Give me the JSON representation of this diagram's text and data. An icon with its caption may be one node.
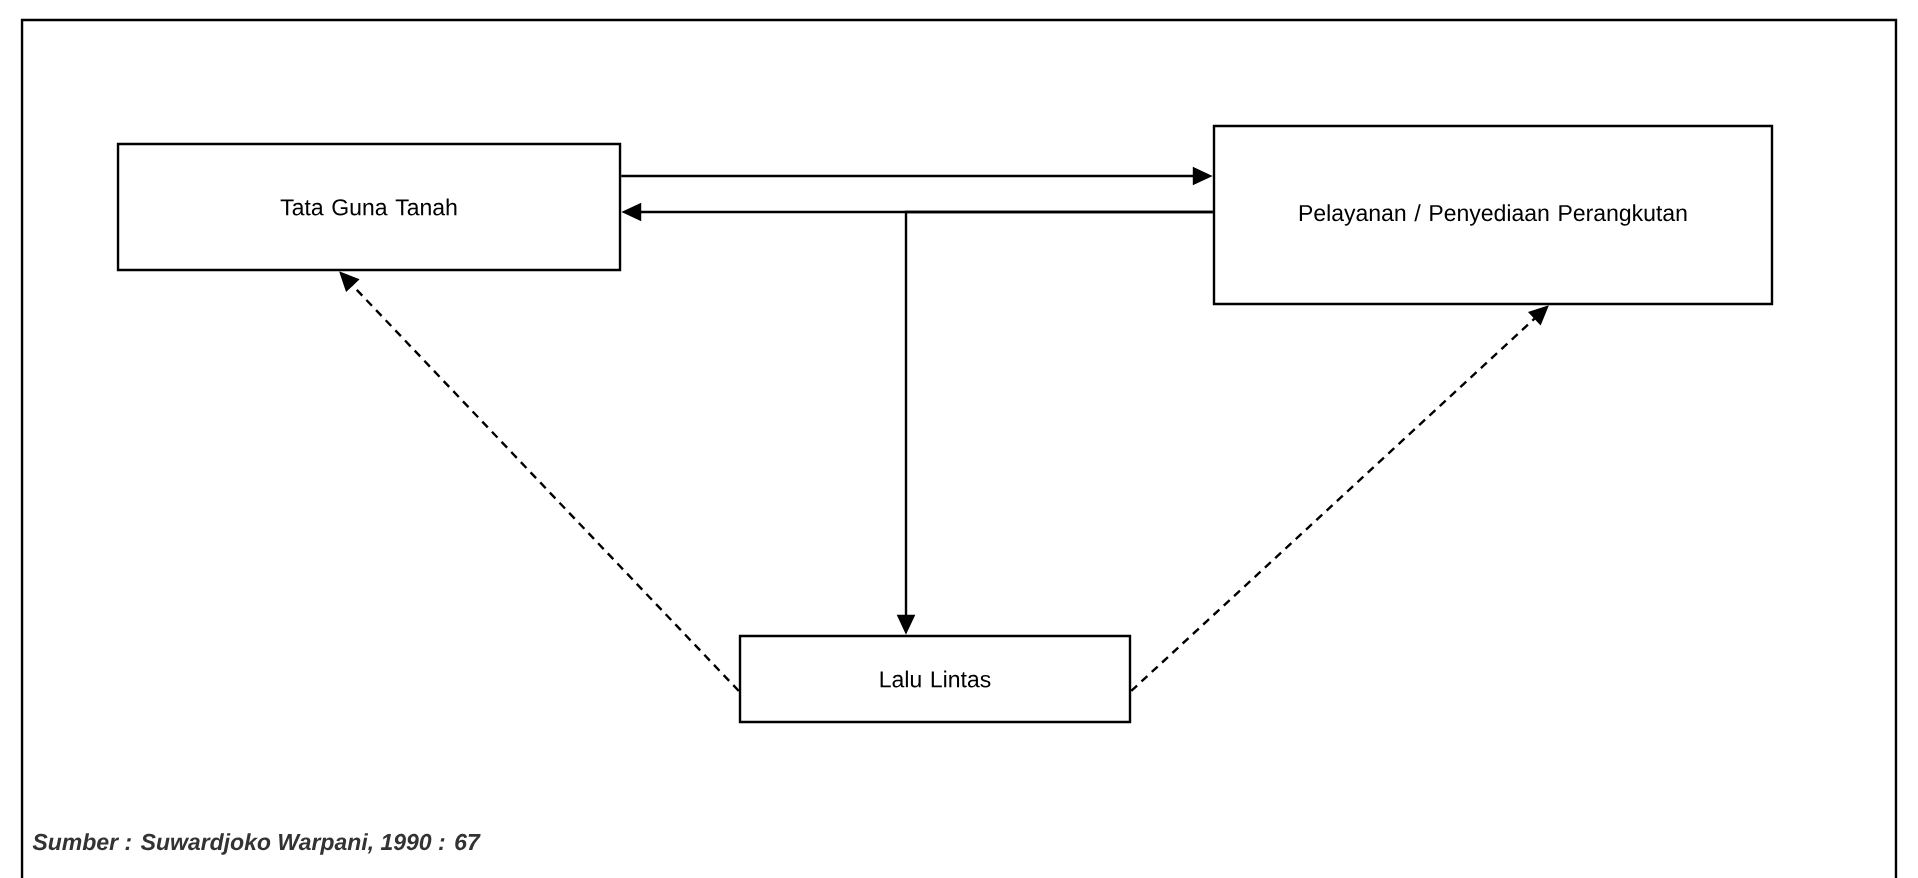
{
  "diagram": {
    "caption": "Sumber : Suwardjoko Warpani, 1990 : 67",
    "nodes": [
      {
        "text": [
          "Tata Guna Tanah"
        ]
      },
      {
        "text": [
          "Pelayanan / Penyediaan Perangkutan"
        ]
      },
      {
        "text": [
          "Lalu Lintas"
        ]
      }
    ],
    "edges": [
      {
        "from": 0,
        "to": 1,
        "arrow": "to"
      },
      {
        "from": 1,
        "to": 0,
        "arrow": "to"
      },
      {
        "from": 1,
        "to": 2,
        "arrow": "to"
      },
      {
        "from": 2,
        "to": 0,
        "arrow": "to",
        "style": "dashed"
      },
      {
        "from": 2,
        "to": 1,
        "arrow": "to",
        "style": "dashed"
      }
    ]
  }
}
